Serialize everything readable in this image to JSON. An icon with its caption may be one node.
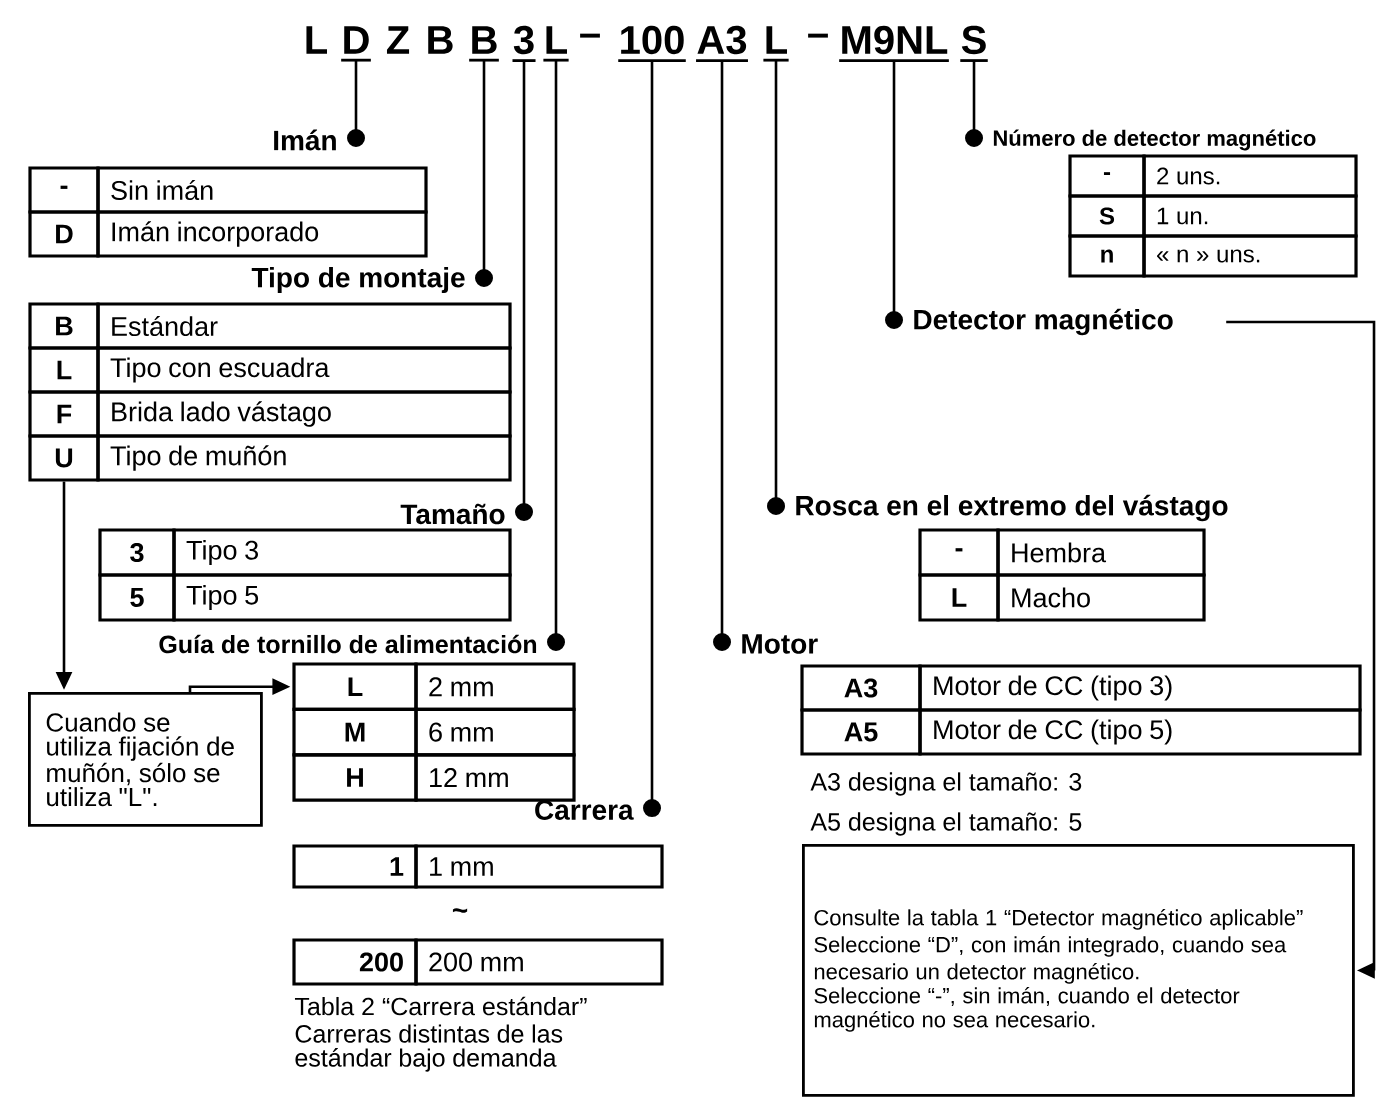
{
  "diagram": {
    "nodes": [
      {
        "text": [
          "D"
        ]
      },
      {
        "text": [
          "B"
        ]
      },
      {
        "text": [
          "3"
        ]
      },
      {
        "text": [
          "L"
        ]
      },
      {
        "text": [
          "100"
        ]
      },
      {
        "text": [
          "A3"
        ]
      },
      {
        "text": [
          "L"
        ]
      },
      {
        "text": [
          "M9NL"
        ]
      },
      {
        "text": [
          "S"
        ]
      },
      {
        "text": [
          "Imán"
        ]
      },
      {
        "text": [
          "Tipo de montaje"
        ]
      },
      {
        "text": [
          "Tamaño"
        ]
      },
      {
        "text": [
          "Guía de tornillo de alimentación"
        ]
      },
      {
        "text": [
          "Carrera"
        ]
      },
      {
        "text": [
          "Motor"
        ]
      },
      {
        "text": [
          "Rosca en el extremo del vástago"
        ]
      },
      {
        "text": [
          "Detector magnético"
        ]
      },
      {
        "text": [
          "Número de detector magnético"
        ]
      },
      {
        "text": [
          "U"
        ]
      },
      {
        "text": [
          "Cuando se utiliza fijación de muñón, sólo se utiliza \"L\"."
        ]
      },
      {
        "text": [
          "L"
        ]
      },
      {
        "text": [
          "Consulte la tabla 1 “Detector magnético aplicable”",
          "Seleccione “D”, con imán integrado, cuando sea necesario un detector magnético.",
          "Seleccione “-”, sin imán, cuando el detector magnético no sea necesario."
        ]
      }
    ],
    "edges": [
      {
        "from": 0,
        "to": 9,
        "arrow": "other"
      },
      {
        "from": 1,
        "to": 10,
        "arrow": "other"
      },
      {
        "from": 2,
        "to": 11,
        "arrow": "other"
      },
      {
        "from": 3,
        "to": 12,
        "arrow": "other"
      },
      {
        "from": 4,
        "to": 13,
        "arrow": "other"
      },
      {
        "from": 5,
        "to": 14,
        "arrow": "other"
      },
      {
        "from": 6,
        "to": 15,
        "arrow": "other"
      },
      {
        "from": 7,
        "to": 16,
        "arrow": "other"
      },
      {
        "from": 8,
        "to": 17,
        "arrow": "other"
      },
      {
        "from": 16,
        "to": 21,
        "arrow": "to"
      },
      {
        "from": 18,
        "to": 19,
        "arrow": "to"
      },
      {
        "from": 19,
        "to": 20,
        "arrow": "to"
      }
    ],
    "labels": [
      "L",
      "Z",
      "B",
      "–",
      "–",
      "-",
      "Sin imán",
      "D",
      "Imán incorporado",
      "B",
      "Estándar",
      "L",
      "Tipo con escuadra",
      "F",
      "Brida lado vástago",
      "Tipo de muñón",
      "3",
      "Tipo 3",
      "5",
      "Tipo 5",
      "2 mm",
      "M",
      "6 mm",
      "H",
      "12 mm",
      "1",
      "1 mm",
      "~",
      "200",
      "200 mm",
      "Tabla 2 “Carrera estándar”",
      "Carreras distintas de las estándar bajo demanda",
      "-",
      "2 uns.",
      "S",
      "1 un.",
      "n",
      "« n » uns.",
      "-",
      "Hembra",
      "L",
      "Macho",
      "A3",
      "Motor de CC (tipo 3)",
      "A5",
      "Motor de CC (tipo 5)",
      "A3 designa el tamaño: 3",
      "A5 designa el tamaño: 5"
    ]
  }
}
